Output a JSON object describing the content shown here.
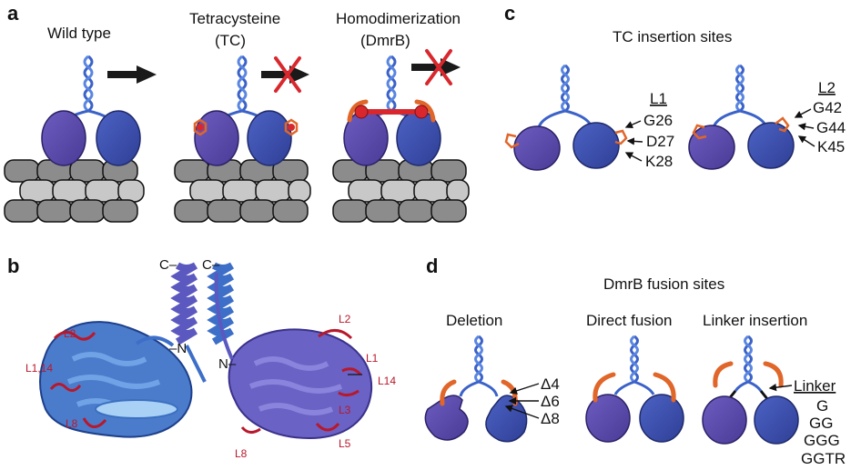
{
  "panels": {
    "a": {
      "letter": "a",
      "titles": [
        {
          "lines": [
            "Wild type"
          ]
        },
        {
          "lines": [
            "Tetracysteine",
            "(TC)"
          ]
        },
        {
          "lines": [
            "Homodimerization",
            "(DmrB)"
          ]
        }
      ]
    },
    "b": {
      "letter": "b",
      "termini": {
        "c1": "C–",
        "c2": "C–",
        "n1": "–N",
        "n2": "N–"
      },
      "loops_left": [
        "L2",
        "L1,14",
        "L8"
      ],
      "loops_right": [
        "L2",
        "L1",
        "L14",
        "L3",
        "L5",
        "L8"
      ]
    },
    "c": {
      "letter": "c",
      "title": "TC insertion sites",
      "group1": {
        "header": "L1",
        "sites": [
          "G26",
          "D27",
          "K28"
        ]
      },
      "group2": {
        "header": "L2",
        "sites": [
          "G42",
          "G44",
          "K45"
        ]
      }
    },
    "d": {
      "letter": "d",
      "title": "DmrB fusion sites",
      "subtitles": [
        "Deletion",
        "Direct fusion",
        "Linker insertion"
      ],
      "deletions": [
        "Δ4",
        "Δ6",
        "Δ8"
      ],
      "linker_header": "Linker",
      "linkers": [
        "G",
        "GG",
        "GGG",
        "GGTR"
      ]
    }
  },
  "colors": {
    "head_purple": "#5b4aa8",
    "head_blue": "#3f52a8",
    "coil": "#3b62c8",
    "tc_orange": "#e0662a",
    "red_mark": "#d8282e",
    "arrow": "#222222",
    "filament_dark": "#8c8c8c",
    "filament_light": "#c8c8c8"
  }
}
